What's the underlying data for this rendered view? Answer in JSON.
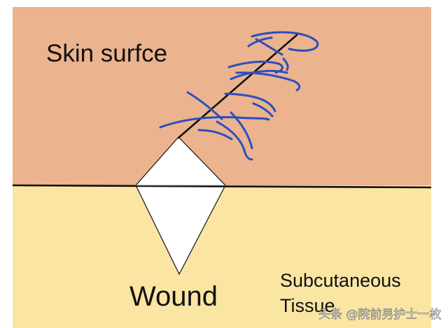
{
  "labels": {
    "skin": "Skin surfce",
    "wound": "Wound",
    "tissue_line1": "Subcutaneous",
    "tissue_line2": "Tissue"
  },
  "watermark": "头条 @院前男护士一枚",
  "colors": {
    "skin": "#ebb38e",
    "subcutaneous": "#fae5a3",
    "wound": "#ffffff",
    "outline": "#111111",
    "suture": "#2b4fbf"
  },
  "icons": {
    "suture_thread": "blue-suture-thread-icon"
  }
}
